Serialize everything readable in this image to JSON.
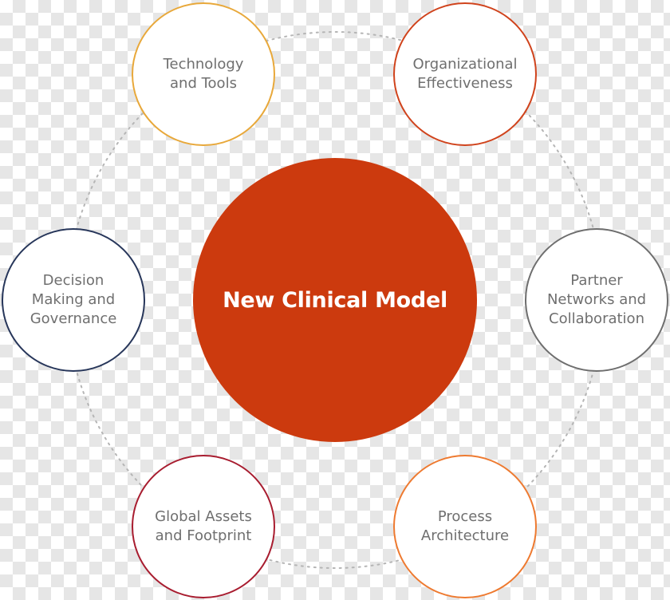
{
  "diagram": {
    "center": {
      "label": "New Clinical Model",
      "color": "#cc3a0e"
    },
    "ring_color": "#b5b5b5",
    "nodes": [
      {
        "id": "tech",
        "label": "Technology\nand Tools",
        "color": "#e8a83a"
      },
      {
        "id": "org",
        "label": "Organizational\nEffectiveness",
        "color": "#d0431c"
      },
      {
        "id": "dec",
        "label": "Decision\nMaking and\nGovernance",
        "color": "#27365a"
      },
      {
        "id": "partner",
        "label": "Partner\nNetworks and\nCollaboration",
        "color": "#6e6e6e"
      },
      {
        "id": "global",
        "label": "Global Assets\nand Footprint",
        "color": "#a81c2f"
      },
      {
        "id": "process",
        "label": "Process\nArchitecture",
        "color": "#ee7a30"
      }
    ]
  }
}
